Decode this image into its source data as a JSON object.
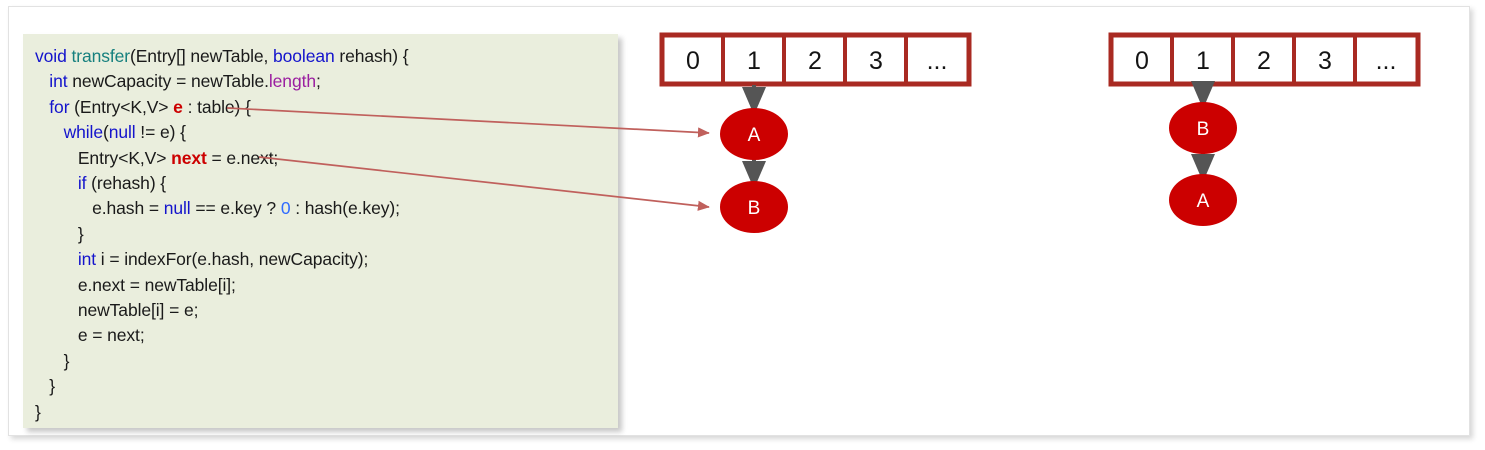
{
  "code_panel": {
    "name": "java-transfer-method",
    "background": "#eaeedd",
    "lines": [
      [
        {
          "t": "void ",
          "c": "kw"
        },
        {
          "t": "transfer",
          "c": "fname"
        },
        {
          "t": "(Entry[] newTable, ",
          "c": ""
        },
        {
          "t": "boolean",
          "c": "kw"
        },
        {
          "t": " rehash) {",
          "c": ""
        }
      ],
      [
        {
          "t": "   ",
          "c": ""
        },
        {
          "t": "int",
          "c": "kw"
        },
        {
          "t": " newCapacity = newTable.",
          "c": ""
        },
        {
          "t": "length",
          "c": "field"
        },
        {
          "t": ";",
          "c": ""
        }
      ],
      [
        {
          "t": "   ",
          "c": ""
        },
        {
          "t": "for",
          "c": "kw"
        },
        {
          "t": " (Entry<K,V> ",
          "c": ""
        },
        {
          "t": "e",
          "c": "var-red"
        },
        {
          "t": " : table) {",
          "c": ""
        }
      ],
      [
        {
          "t": "      ",
          "c": ""
        },
        {
          "t": "while",
          "c": "kw"
        },
        {
          "t": "(",
          "c": ""
        },
        {
          "t": "null",
          "c": "kw"
        },
        {
          "t": " != e) {",
          "c": ""
        }
      ],
      [
        {
          "t": "         Entry<K,V> ",
          "c": ""
        },
        {
          "t": "next",
          "c": "var-red"
        },
        {
          "t": " = e.next;",
          "c": ""
        }
      ],
      [
        {
          "t": "         ",
          "c": ""
        },
        {
          "t": "if",
          "c": "kw"
        },
        {
          "t": " (rehash) {",
          "c": ""
        }
      ],
      [
        {
          "t": "            e.hash = ",
          "c": ""
        },
        {
          "t": "null",
          "c": "kw"
        },
        {
          "t": " == e.key ? ",
          "c": ""
        },
        {
          "t": "0",
          "c": "num"
        },
        {
          "t": " : hash(e.key);",
          "c": ""
        }
      ],
      [
        {
          "t": "         }",
          "c": ""
        }
      ],
      [
        {
          "t": "         ",
          "c": ""
        },
        {
          "t": "int",
          "c": "kw"
        },
        {
          "t": " i = indexFor(e.hash, newCapacity);",
          "c": ""
        }
      ],
      [
        {
          "t": "         e.next = newTable[i];",
          "c": ""
        }
      ],
      [
        {
          "t": "         newTable[i] = e;",
          "c": ""
        }
      ],
      [
        {
          "t": "         e = next;",
          "c": ""
        }
      ],
      [
        {
          "t": "      }",
          "c": ""
        }
      ],
      [
        {
          "t": "   }",
          "c": ""
        }
      ],
      [
        {
          "t": "}",
          "c": ""
        }
      ]
    ]
  },
  "colors": {
    "table_border": "#a92a22",
    "node_fill": "#cc0000",
    "node_label": "#ffffff",
    "arrow_dark": "#555555",
    "arrow_red": "#c0605c",
    "panel_bg": "#eaeedd"
  },
  "diagram_left": {
    "name": "before-transfer",
    "table_cells": [
      "0",
      "1",
      "2",
      "3",
      "..."
    ],
    "nodes": [
      {
        "label": "A"
      },
      {
        "label": "B"
      }
    ],
    "bucket_index": "1"
  },
  "diagram_right": {
    "name": "after-transfer",
    "table_cells": [
      "0",
      "1",
      "2",
      "3",
      "..."
    ],
    "nodes": [
      {
        "label": "B"
      },
      {
        "label": "A"
      }
    ],
    "bucket_index": "1"
  },
  "annotations": [
    {
      "from": "e",
      "to": "A"
    },
    {
      "from": "next",
      "to": "B"
    }
  ]
}
